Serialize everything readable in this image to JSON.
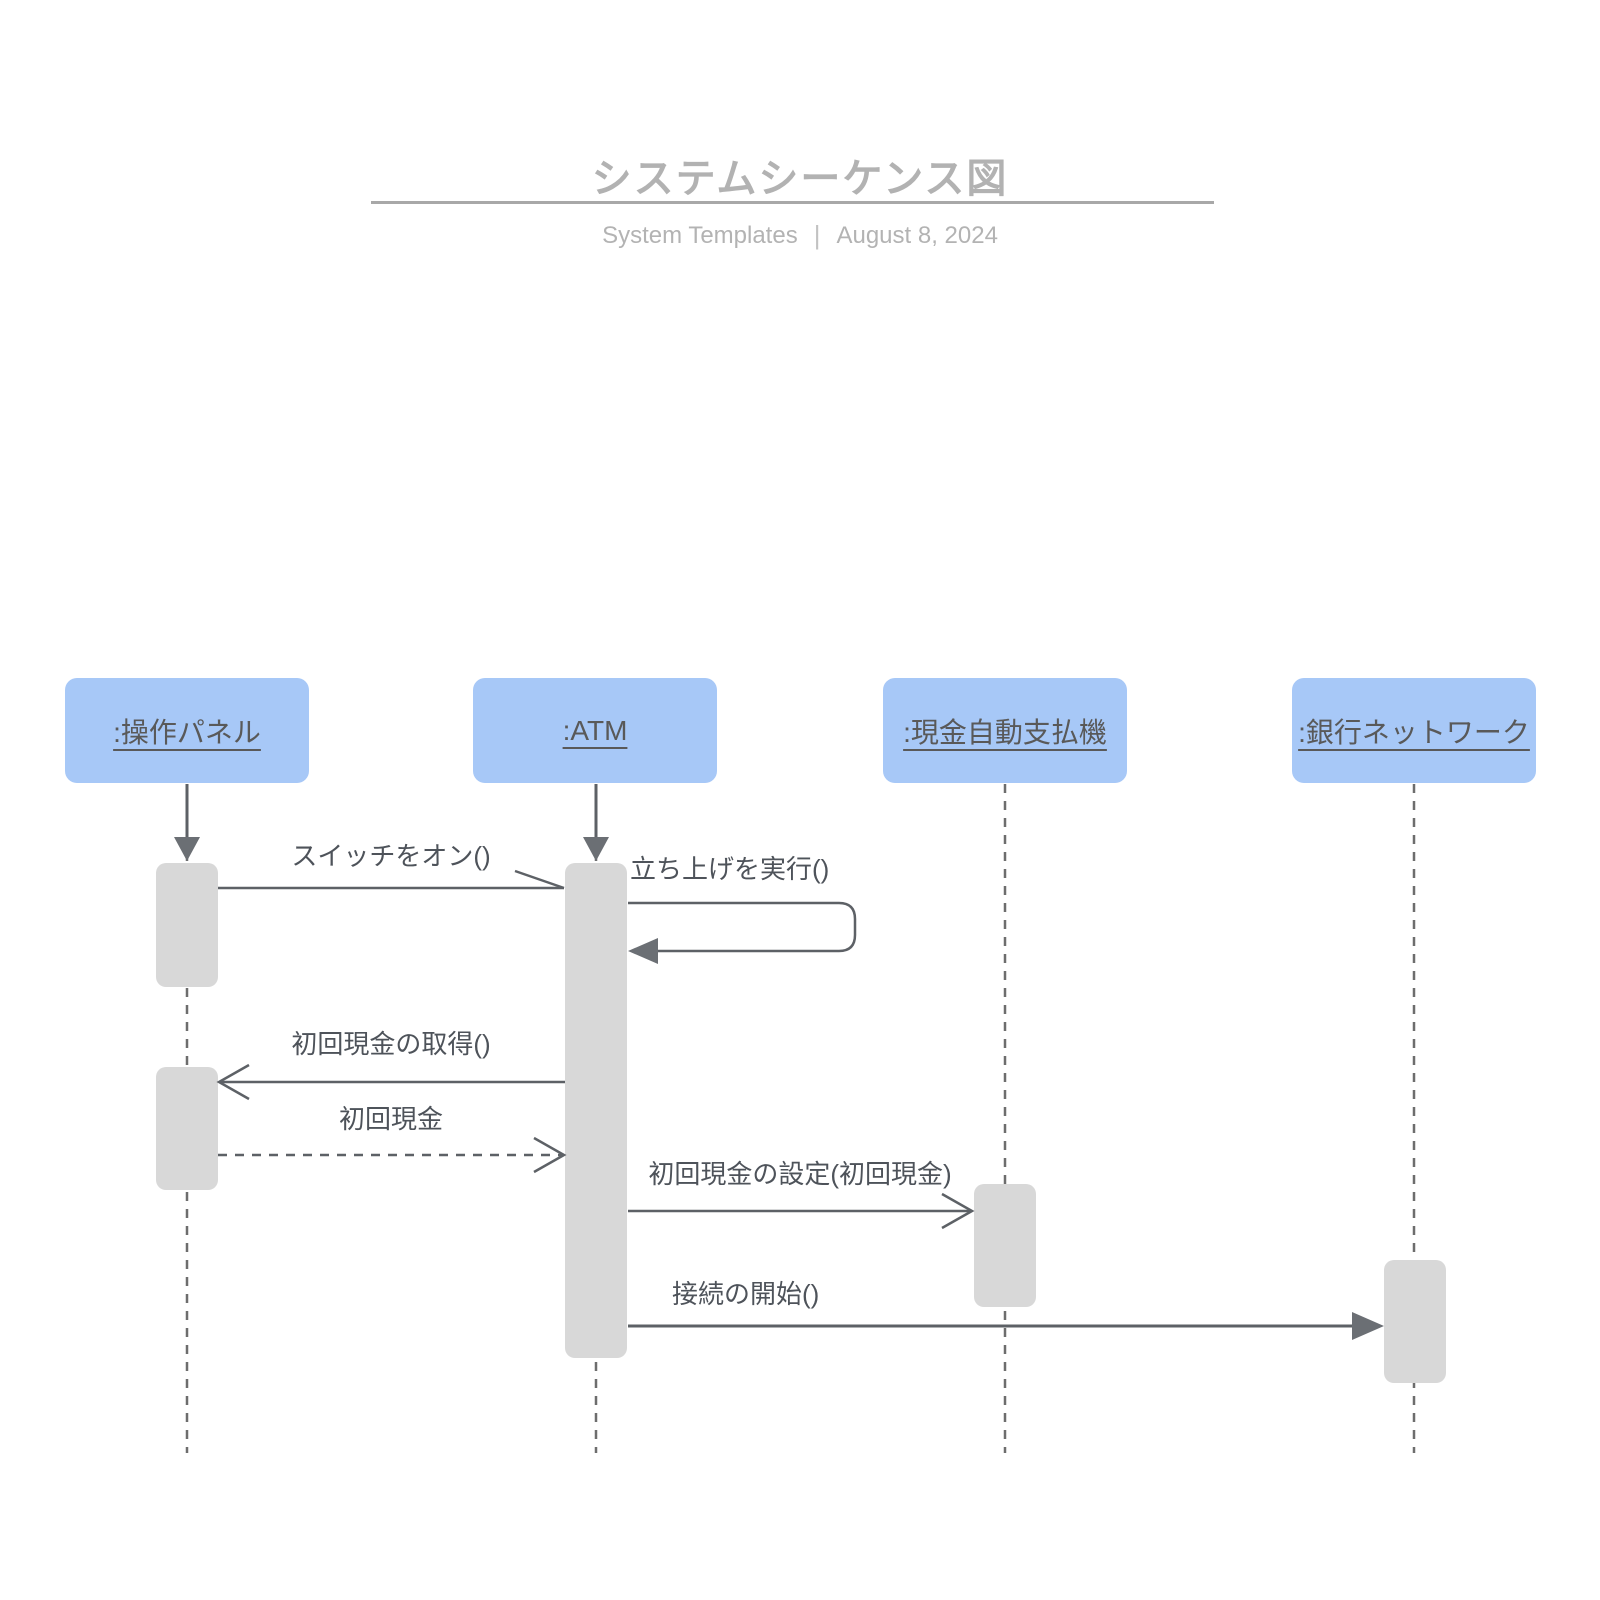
{
  "header": {
    "title": "システムシーケンス図",
    "subtitle_left": "System Templates",
    "subtitle_separator": "|",
    "subtitle_right": "August 8, 2024"
  },
  "diagram": {
    "type": "uml-sequence-diagram",
    "actors": [
      {
        "id": "panel",
        "label": ":操作パネル"
      },
      {
        "id": "atm",
        "label": ":ATM"
      },
      {
        "id": "dispenser",
        "label": ":現金自動支払機"
      },
      {
        "id": "network",
        "label": ":銀行ネットワーク"
      }
    ],
    "messages": [
      {
        "label": "スイッチをオン()",
        "from": "panel",
        "to": "atm",
        "line": "solid",
        "arrowhead": "half-open"
      },
      {
        "label": "立ち上げを実行()",
        "from": "atm",
        "to": "atm",
        "line": "solid",
        "arrowhead": "filled",
        "self": true
      },
      {
        "label": "初回現金の取得()",
        "from": "atm",
        "to": "panel",
        "line": "solid",
        "arrowhead": "open"
      },
      {
        "label": "初回現金",
        "from": "panel",
        "to": "atm",
        "line": "dashed",
        "arrowhead": "open",
        "return": true
      },
      {
        "label": "初回現金の設定(初回現金)",
        "from": "atm",
        "to": "dispenser",
        "line": "solid",
        "arrowhead": "open"
      },
      {
        "label": "接続の開始()",
        "from": "atm",
        "to": "network",
        "line": "solid",
        "arrowhead": "filled"
      }
    ]
  },
  "colors": {
    "actor_fill": "#a7c8f7",
    "activation_fill": "#d8d8d8",
    "message_line": "#5d6166",
    "lifeline": "#6d6d6d",
    "message_text": "#4e535a",
    "actor_text": "#595959",
    "title_text": "#b2b2b2",
    "rule": "#a8a8a8"
  }
}
